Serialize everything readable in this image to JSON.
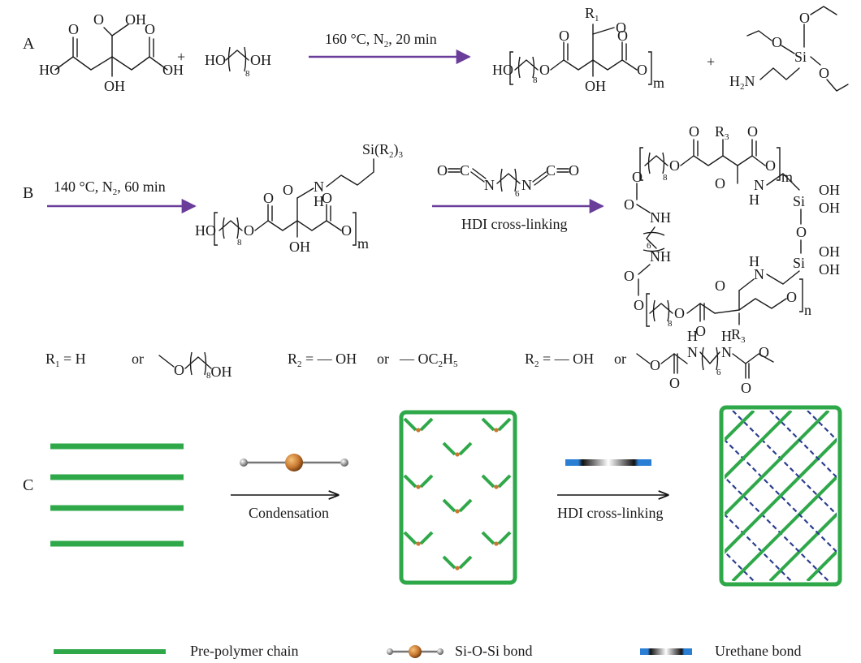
{
  "panels": {
    "a": "A",
    "b": "B",
    "c": "C"
  },
  "reaction_a": {
    "plus_1": "+",
    "plus_2": "+",
    "conditions": "160 °C, N",
    "conditions_sub": "2",
    "conditions_tail": ", 20 min",
    "atoms": {
      "O": "O",
      "OH": "OH",
      "HO": "HO",
      "R1": "R",
      "R1_sub": "1",
      "H2N": "H",
      "H2N_sub": "2",
      "H2N_tail": "N",
      "Si": "Si",
      "m": "m",
      "eight": "8"
    }
  },
  "reaction_b": {
    "conditions": "140 °C, N",
    "conditions_sub": "2",
    "conditions_tail": ", 60 min",
    "crosslink_label": "HDI cross-linking",
    "si_group": "Si(R",
    "si_group_sub": "2",
    "si_group_tail": ")",
    "si_group_sub2": "3",
    "atoms": {
      "O": "O",
      "OH": "OH",
      "HO": "HO",
      "H": "H",
      "N": "N",
      "NH": "NH",
      "C": "C",
      "Si": "Si",
      "R3": "R",
      "R3_sub": "3",
      "m": "m",
      "n": "n",
      "six": "6",
      "eight": "8"
    }
  },
  "definitions": {
    "r1": "R",
    "r1_sub": "1",
    "r1_eq": " = H",
    "or_1": "or",
    "r1_alt_tail": "OH",
    "r1_alt_sub": "8",
    "r2": "R",
    "r2_sub": "2",
    "r2_eq": " = — OH",
    "or_2": "or",
    "r2_alt": "— OC",
    "r2_alt_sub": "2",
    "r2_alt_tail": "H",
    "r2_alt_sub2": "5",
    "r3": "R",
    "r3_sub": "2",
    "r3_eq": " = — OH",
    "or_3": "or",
    "r3_atoms": {
      "O": "O",
      "H": "H",
      "N": "N",
      "six": "6"
    }
  },
  "schematic": {
    "condensation_label": "Condensation",
    "crosslink_label": "HDI cross-linking"
  },
  "legend": [
    {
      "label": "Pre-polymer chain",
      "icon": "green-line"
    },
    {
      "label": "Si-O-Si bond",
      "icon": "dumbbell-icon"
    },
    {
      "label": "Urethane bond",
      "icon": "urethane-icon"
    }
  ],
  "colors": {
    "chain_green": "#2fa84a",
    "arrow_purple": "#6a3d9a",
    "sphere_orange": "#c8782f",
    "urethane_blue": "#2a7fd4"
  }
}
